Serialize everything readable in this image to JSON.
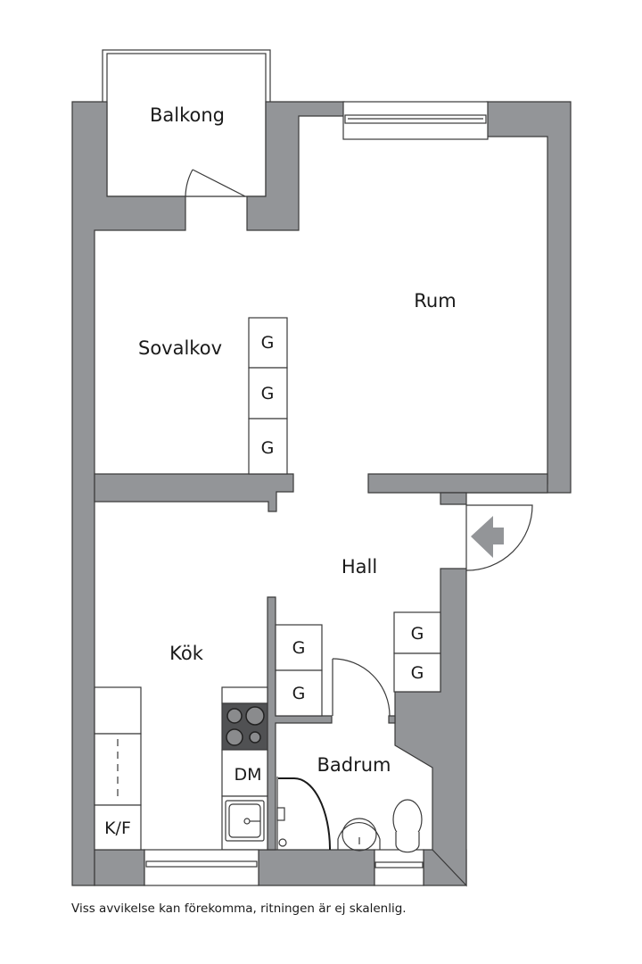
{
  "plan": {
    "rooms": [
      {
        "id": "balkong",
        "label": "Balkong"
      },
      {
        "id": "rum",
        "label": "Rum"
      },
      {
        "id": "sovalkov",
        "label": "Sovalkov"
      },
      {
        "id": "hall",
        "label": "Hall"
      },
      {
        "id": "kok",
        "label": "Kök"
      },
      {
        "id": "badrum",
        "label": "Badrum"
      }
    ],
    "fixtures": {
      "wardrobe_label": "G",
      "dishwasher_label": "DM",
      "fridge_freezer_label": "K/F"
    },
    "colors": {
      "wall": "#939598",
      "stove": "#505153",
      "line": "#3a3a3a"
    }
  },
  "footer": {
    "disclaimer": "Viss avvikelse kan förekomma, ritningen är ej skalenlig."
  }
}
